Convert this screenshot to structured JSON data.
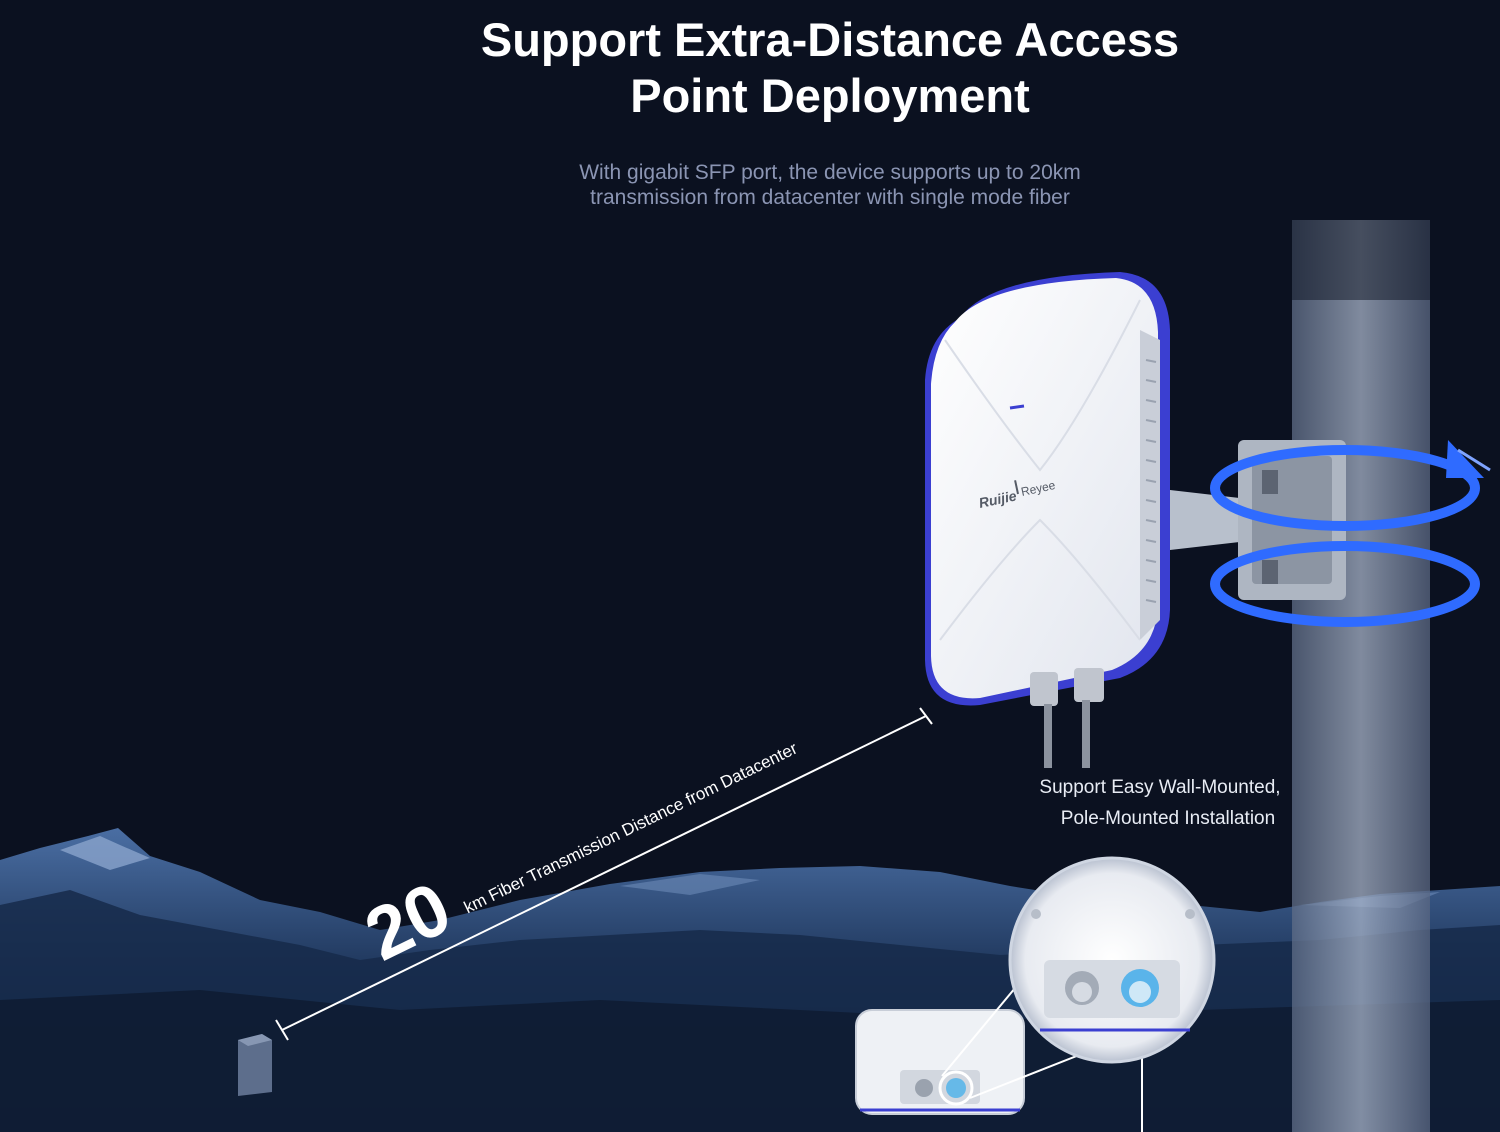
{
  "headline": {
    "line1": "Support Extra-Distance Access",
    "line2": "Point Deployment"
  },
  "subline": {
    "line1": "With gigabit SFP port, the device supports up to 20km",
    "line2": "transmission from datacenter with single mode fiber"
  },
  "distance": {
    "value": "20",
    "label": "km Fiber Transmission Distance from Datacenter"
  },
  "mount_caption": {
    "line1": "Support Easy Wall-Mounted,",
    "line2": "Pole-Mounted Installation"
  },
  "device": {
    "brand": "Ruijie",
    "sub_brand": "Reyee"
  },
  "colors": {
    "background": "#0b1120",
    "accent_blue": "#2f6bff",
    "device_trim": "#3b3fd1",
    "mountain": "#24406b"
  }
}
